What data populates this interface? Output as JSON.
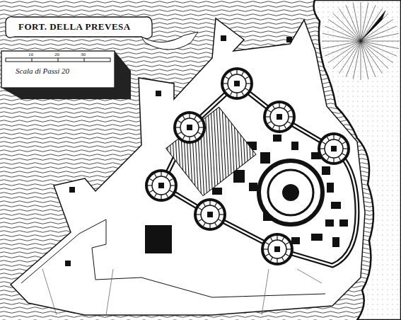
{
  "diagram": {
    "title": "FORT. DELLA PREVESA",
    "labels": [
      "10",
      "20",
      "30",
      "Scala di Passi 20"
    ]
  }
}
